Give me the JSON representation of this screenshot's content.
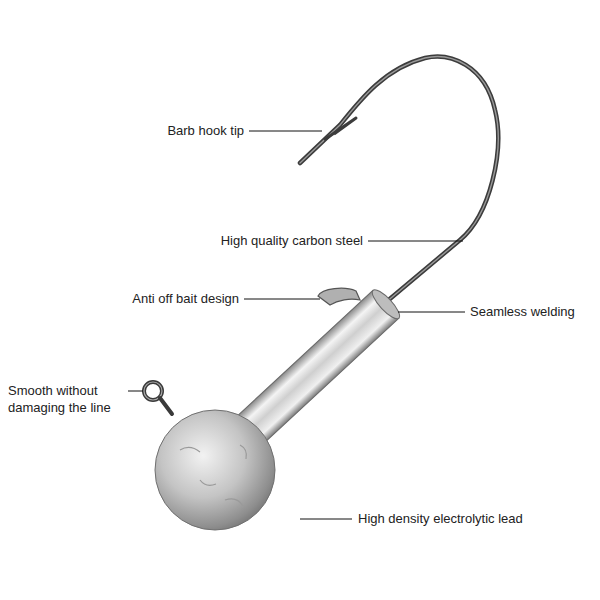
{
  "diagram": {
    "labels": [
      "Barb hook tip",
      "High quality carbon steel",
      "Anti off bait design",
      "Seamless welding",
      "Smooth without damaging the line",
      "High density electrolytic lead"
    ]
  }
}
